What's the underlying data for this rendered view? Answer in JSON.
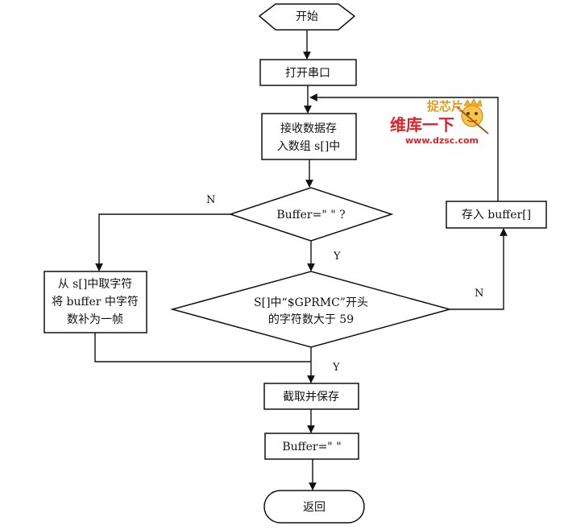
{
  "flowchart": {
    "start": "开始",
    "open_port": "打开串口",
    "receive_line1": "接收数据存",
    "receive_line2": "入数组 s[]中",
    "buffer_check": "Buffer=\" \" ?",
    "fill_line1": "从 s[]中取字符",
    "fill_line2": "将 buffer 中字符",
    "fill_line3": "数补为一帧",
    "gprmc_line1": "S[]中“$GPRMC”开头",
    "gprmc_line2": "的字符数大于 59",
    "store_buffer": "存入 buffer[]",
    "cut_save": "截取并保存",
    "buffer_clear": "Buffer=\" \"",
    "return": "返回",
    "label_n_buffer": "N",
    "label_y_buffer": "Y",
    "label_n_gprmc": "N",
    "label_y_gprmc": "Y"
  },
  "watermark": {
    "top": "捉芯片",
    "middle": "维库一下",
    "url": "www.dzsc.com"
  },
  "colors": {
    "stroke": "#111111",
    "watermark_red": "#d8232a",
    "watermark_orange": "#e89a18"
  }
}
